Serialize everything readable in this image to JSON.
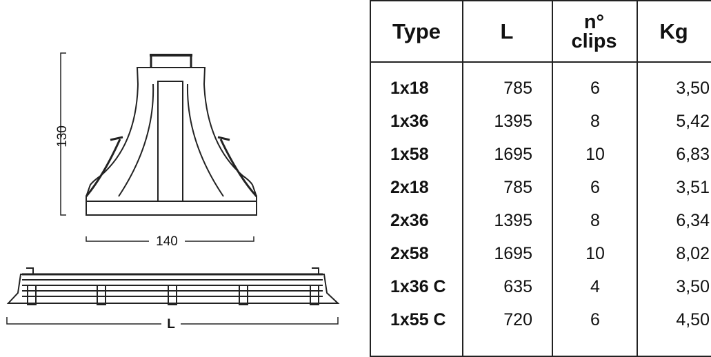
{
  "drawing": {
    "dim_height": "130",
    "dim_width": "140",
    "dim_length": "L"
  },
  "table": {
    "headers": {
      "type": "Type",
      "length": "L",
      "clips_line1": "n°",
      "clips_line2": "clips",
      "kg": "Kg"
    },
    "rows": [
      {
        "type": "1x18",
        "length": "785",
        "clips": "6",
        "kg": "3,50"
      },
      {
        "type": "1x36",
        "length": "1395",
        "clips": "8",
        "kg": "5,42"
      },
      {
        "type": "1x58",
        "length": "1695",
        "clips": "10",
        "kg": "6,83"
      },
      {
        "type": "2x18",
        "length": "785",
        "clips": "6",
        "kg": "3,51"
      },
      {
        "type": "2x36",
        "length": "1395",
        "clips": "8",
        "kg": "6,34"
      },
      {
        "type": "2x58",
        "length": "1695",
        "clips": "10",
        "kg": "8,02"
      },
      {
        "type": "1x36 C",
        "length": "635",
        "clips": "4",
        "kg": "3,50"
      },
      {
        "type": "1x55 C",
        "length": "720",
        "clips": "6",
        "kg": "4,50"
      }
    ]
  }
}
